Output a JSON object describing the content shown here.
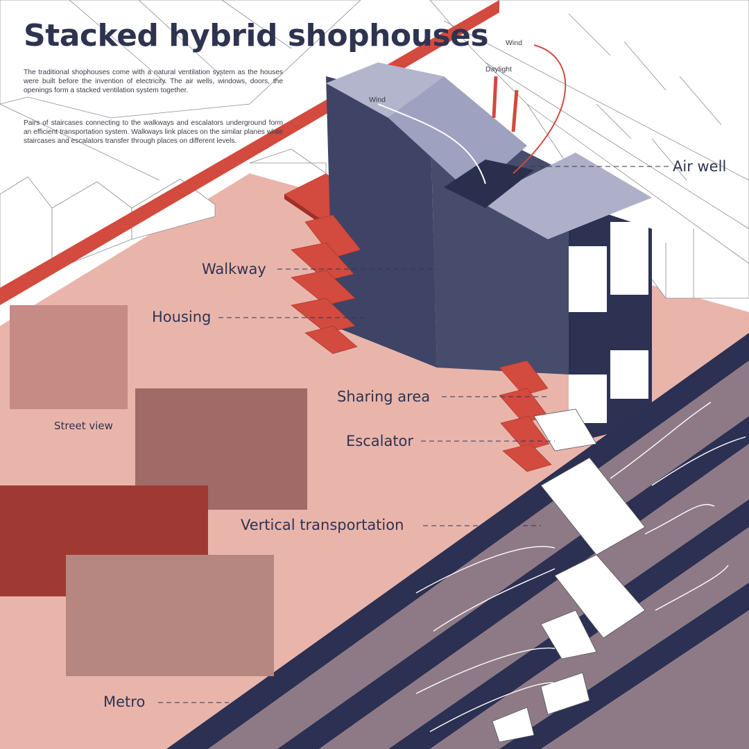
{
  "title": "Stacked hybrid shophouses",
  "description": [
    "The traditional shophouses come with a natural ventilation system as the houses were built before the invention of electricity. The air wells, windows, doors, the openings form a stacked ventilation system together.",
    "Pairs of staircases connecting to the walkways and escalators underground form an efficient transportation system. Walkways link places on the similar planes while staircases and escalators transfer through places on different levels."
  ],
  "labels": {
    "air_well": "Air well",
    "walkway": "Walkway",
    "housing": "Housing",
    "sharing_area": "Sharing area",
    "escalator": "Escalator",
    "vertical_transportation": "Vertical transportation",
    "metro": "Metro",
    "street_view": "Street view"
  },
  "annotations": {
    "wind_left": "Wind",
    "wind_right": "Wind",
    "daylight": "Daylight"
  },
  "colors": {
    "title": "#2e3350",
    "accent_red": "#d34a3e",
    "ground_pink": "#e9b5ab",
    "navy": "#2c3052",
    "building_blue": "#434869",
    "roof_lavender": "#a7a9c4",
    "metro_stripe": "#8e7a86"
  }
}
